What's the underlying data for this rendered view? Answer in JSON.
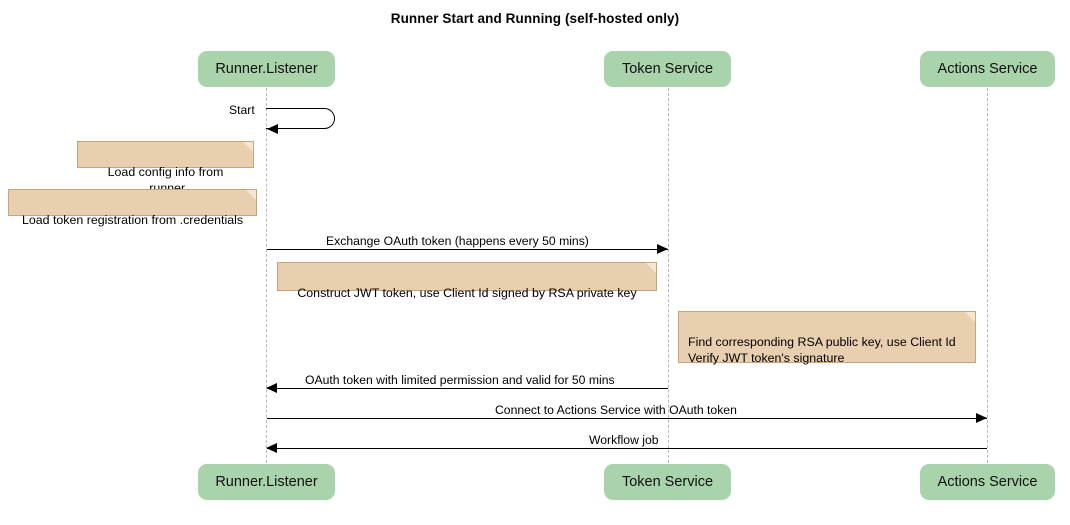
{
  "title": "Runner Start and Running (self-hosted only)",
  "colors": {
    "participant_fill": "#a9d3ab",
    "note_fill": "#e8cfb0",
    "note_border": "#c8a477",
    "lifeline": "#b8b8b8",
    "arrow": "#000000",
    "background": "#ffffff"
  },
  "participants": [
    {
      "id": "runner-listener",
      "label": "Runner.Listener"
    },
    {
      "id": "token-service",
      "label": "Token Service"
    },
    {
      "id": "actions-service",
      "label": "Actions Service"
    }
  ],
  "messages": [
    {
      "id": "start",
      "label": "Start",
      "kind": "self",
      "from": "runner-listener",
      "to": "runner-listener"
    },
    {
      "id": "exchange-oauth-token",
      "label": "Exchange OAuth token (happens every 50 mins)",
      "kind": "sync",
      "direction": "right",
      "from": "runner-listener",
      "to": "token-service"
    },
    {
      "id": "oauth-token-reply",
      "label": "OAuth token with limited permission and valid for 50 mins",
      "kind": "sync",
      "direction": "left",
      "from": "token-service",
      "to": "runner-listener"
    },
    {
      "id": "connect-to-actions-service",
      "label": "Connect to Actions Service with OAuth token",
      "kind": "sync",
      "direction": "right",
      "from": "runner-listener",
      "to": "actions-service"
    },
    {
      "id": "workflow-job",
      "label": "Workflow job",
      "kind": "sync",
      "direction": "left",
      "from": "actions-service",
      "to": "runner-listener"
    }
  ],
  "notes": [
    {
      "id": "load-config-info",
      "text": "Load config info from .runner",
      "align": "centered"
    },
    {
      "id": "load-token-registration",
      "text": "Load token registration from .credentials",
      "align": "centered"
    },
    {
      "id": "construct-jwt-token",
      "text": "Construct JWT token, use Client Id signed by RSA private key",
      "align": "centered"
    },
    {
      "id": "find-rsa-public-key",
      "text": "Find corresponding RSA public key, use Client Id\nVerify JWT token's signature",
      "align": "leftal"
    }
  ]
}
